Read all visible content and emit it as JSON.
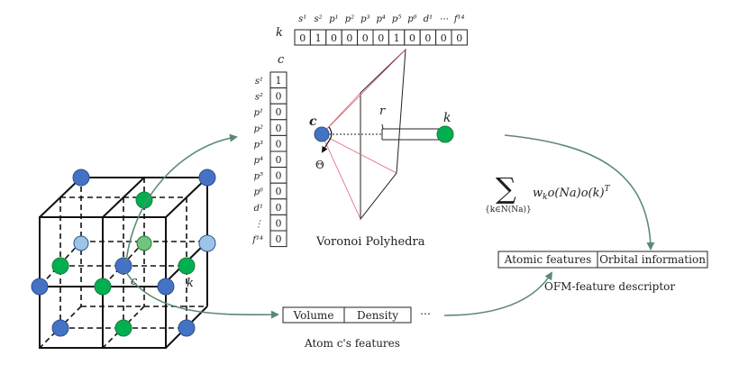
{
  "k_vector": {
    "name": "k",
    "headers": [
      "s¹",
      "s²",
      "p¹",
      "p²",
      "p³",
      "p⁴",
      "p⁵",
      "p⁶",
      "d¹",
      "⋯",
      "f¹⁴"
    ],
    "values": [
      "0",
      "1",
      "0",
      "0",
      "0",
      "0",
      "1",
      "0",
      "0",
      "0",
      "0"
    ]
  },
  "c_vector": {
    "name": "c",
    "headers": [
      "s¹",
      "s²",
      "p¹",
      "p²",
      "p³",
      "p⁴",
      "p⁵",
      "p⁶",
      "d¹",
      "⋮",
      "f¹⁴"
    ],
    "values": [
      "1",
      "0",
      "0",
      "0",
      "0",
      "0",
      "0",
      "0",
      "0",
      "0",
      "0"
    ]
  },
  "voronoi": {
    "center_label": "c",
    "neighbor_label": "k",
    "distance_label": "r",
    "angle_label": "Θ",
    "caption": "Voronoi Polyhedra"
  },
  "lattice": {
    "center_label": "c",
    "neighbor_label": "k"
  },
  "formula": {
    "sum_symbol": "∑",
    "subscript": "{k∈N(Na)}",
    "expression": "w_k o(Na)o(k)^T",
    "w": "w",
    "w_sub": "k",
    "o1": "o(Na)o(k)",
    "T": "T"
  },
  "atom_features": {
    "cells": [
      "Volume",
      "Density"
    ],
    "ellipsis": "⋯",
    "caption": "Atom c's features"
  },
  "descriptor": {
    "cells": [
      "Atomic features",
      "Orbital information"
    ],
    "caption": "OFM-feature descriptor"
  },
  "colors": {
    "blue_atom": "#4472c4",
    "green_atom": "#00b050",
    "light_blue_atom": "#9dc3e6",
    "light_green_atom": "#70c47e",
    "arrow": "#5b8a72",
    "pink_line": "#e06070"
  }
}
